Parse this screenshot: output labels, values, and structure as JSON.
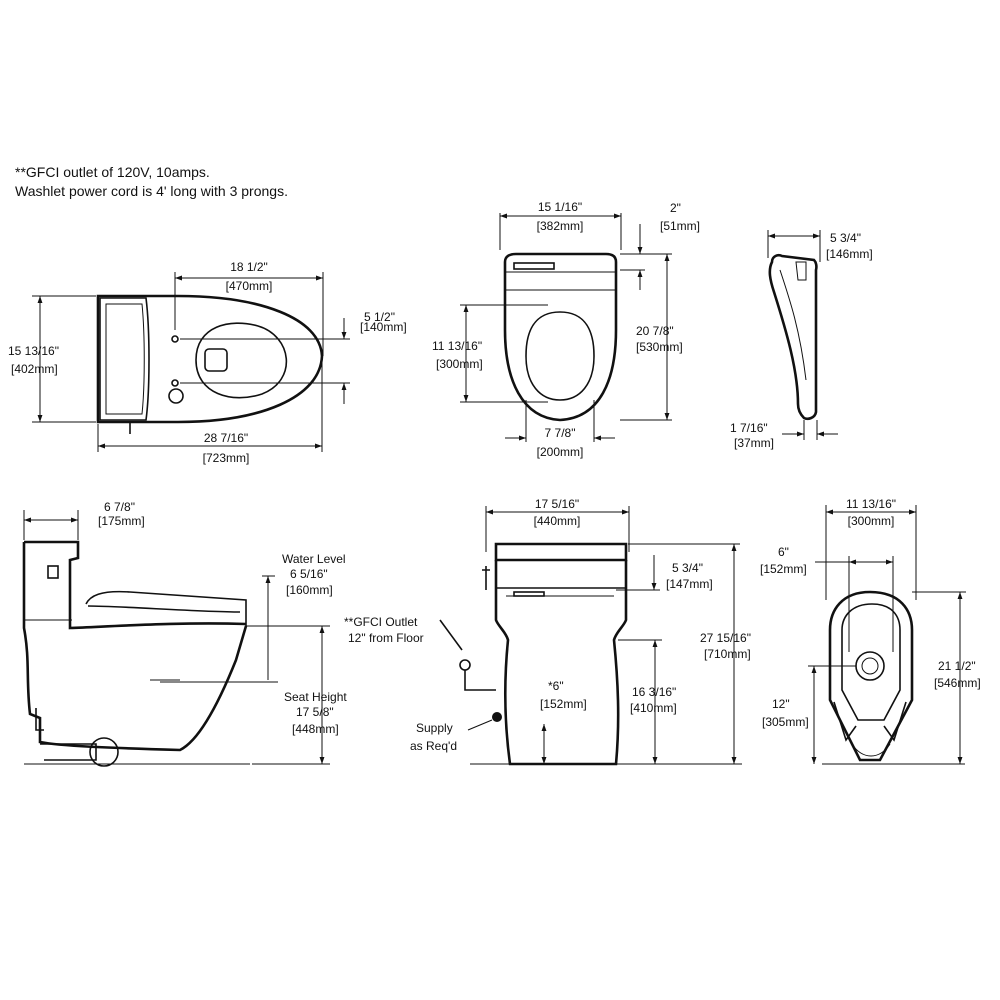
{
  "notes": {
    "line1": "**GFCI outlet of 120V, 10amps.",
    "line2": "Washlet power cord is 4' long with 3 prongs."
  },
  "top_view": {
    "length_in": "18 1/2\"",
    "length_mm": "[470mm]",
    "offset_in": "5 1/2\"",
    "offset_mm": "[140mm]",
    "width_in": "15 13/16\"",
    "width_mm": "[402mm]",
    "overall_in": "28 7/16\"",
    "overall_mm": "[723mm]"
  },
  "seat_view": {
    "width_in": "15 1/16\"",
    "width_mm": "[382mm]",
    "top_in": "2\"",
    "top_mm": "[51mm]",
    "opening_in": "11 13/16\"",
    "opening_mm": "[300mm]",
    "length_in": "20 7/8\"",
    "length_mm": "[530mm]",
    "bottom_in": "7 7/8\"",
    "bottom_mm": "[200mm]"
  },
  "seat_side": {
    "top_in": "5 3/4\"",
    "top_mm": "[146mm]",
    "bottom_in": "1 7/16\"",
    "bottom_mm": "[37mm]"
  },
  "side_view": {
    "tank_in": "6 7/8\"",
    "tank_mm": "[175mm]",
    "water_label": "Water Level",
    "water_in": "6 5/16\"",
    "water_mm": "[160mm]",
    "seat_label": "Seat Height",
    "seat_in": "17 5/8\"",
    "seat_mm": "[448mm]"
  },
  "front_view": {
    "width_in": "17 5/16\"",
    "width_mm": "[440mm]",
    "lid_in": "5 3/4\"",
    "lid_mm": "[147mm]",
    "gfci_label": "**GFCI Outlet",
    "gfci_sub": "12\" from Floor",
    "supply_label": "Supply",
    "supply_sub": "as Req'd",
    "base_in": "*6\"",
    "base_mm": "[152mm]",
    "mid_in": "16 3/16\"",
    "mid_mm": "[410mm]",
    "height_in": "27 15/16\"",
    "height_mm": "[710mm]"
  },
  "bottom_view": {
    "width_in": "11 13/16\"",
    "width_mm": "[300mm]",
    "hole_in": "6\"",
    "hole_mm": "[152mm]",
    "rough_in": "12\"",
    "rough_mm": "[305mm]",
    "depth_in": "21 1/2\"",
    "depth_mm": "[546mm]"
  }
}
